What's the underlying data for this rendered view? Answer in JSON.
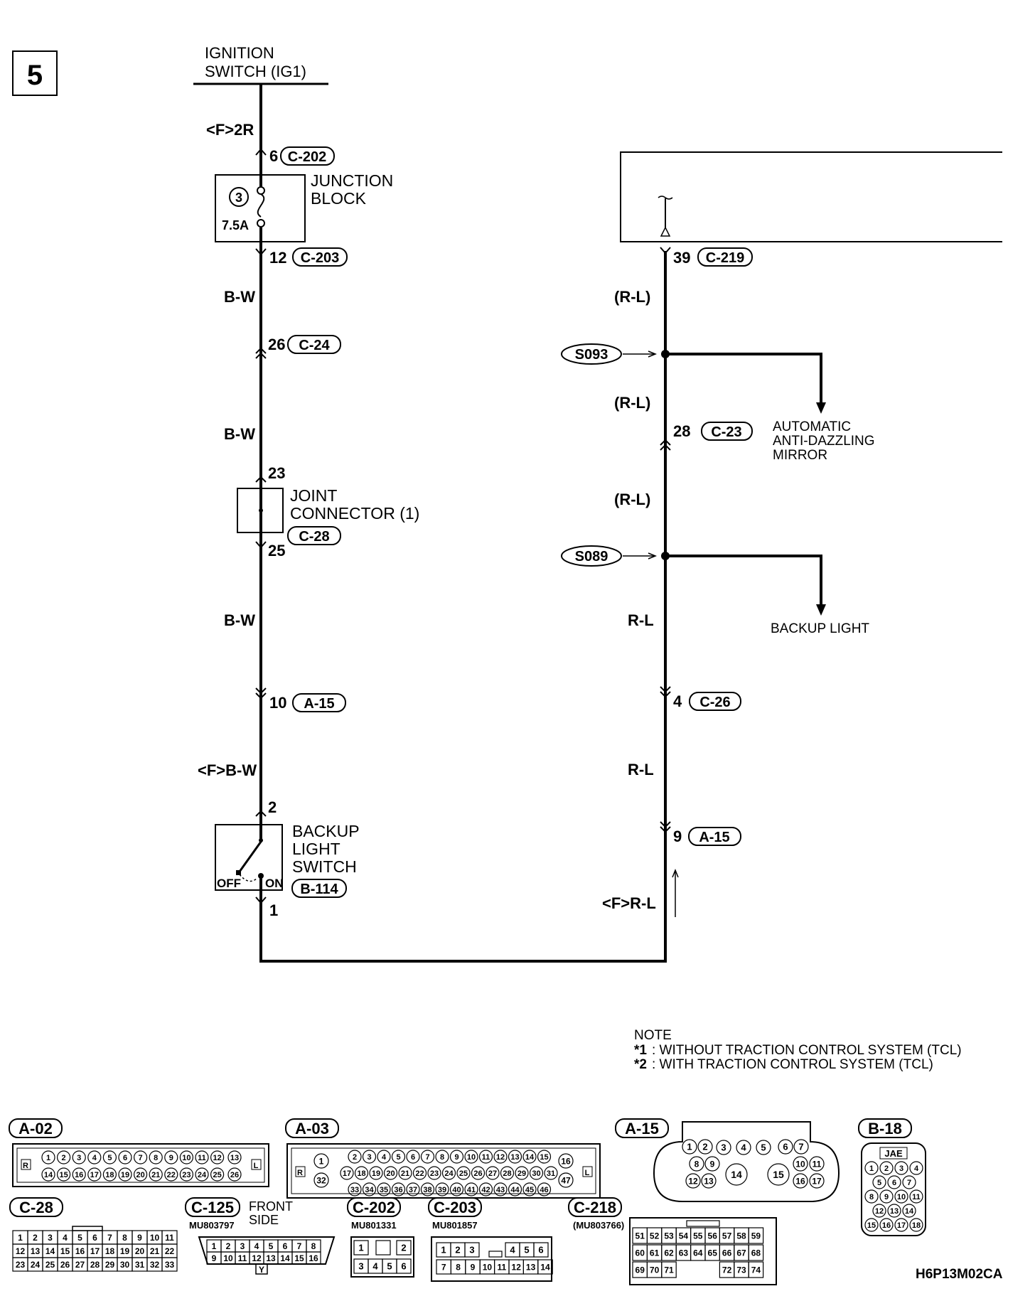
{
  "page_number": "5",
  "ignition": {
    "line1": "IGNITION",
    "line2": "SWITCH (IG1)"
  },
  "left_circuit": {
    "fuse_source_label": "<F>2R",
    "jb_in": {
      "pin": "6",
      "conn": "C-202"
    },
    "junction_block": {
      "line1": "JUNCTION",
      "line2": "BLOCK",
      "fuse_no": "3",
      "fuse_rating": "7.5A"
    },
    "jb_out": {
      "pin": "12",
      "conn": "C-203"
    },
    "wire1": "B-W",
    "c24": {
      "pin": "26",
      "conn": "C-24"
    },
    "wire2": "B-W",
    "jc_in_pin": "23",
    "joint_connector": {
      "line1": "JOINT",
      "line2": "CONNECTOR (1)",
      "conn": "C-28"
    },
    "jc_out_pin": "25",
    "wire3": "B-W",
    "a15": {
      "pin": "10",
      "conn": "A-15"
    },
    "wire4": "<F>B-W",
    "sw_in_pin": "2",
    "backup_switch": {
      "line1": "BACKUP",
      "line2": "LIGHT",
      "line3": "SWITCH",
      "off": "OFF",
      "on": "ON",
      "conn": "B-114"
    },
    "sw_out_pin": "1"
  },
  "right_circuit": {
    "c219": {
      "pin": "39",
      "conn": "C-219"
    },
    "wire1": "(R-L)",
    "splice1": "S093",
    "mirror": {
      "line1": "AUTOMATIC",
      "line2": "ANTI-DAZZLING",
      "line3": "MIRROR"
    },
    "wire2": "(R-L)",
    "c23": {
      "pin": "28",
      "conn": "C-23"
    },
    "wire3": "(R-L)",
    "splice2": "S089",
    "backup_light": "BACKUP LIGHT",
    "wire4": "R-L",
    "c26": {
      "pin": "4",
      "conn": "C-26"
    },
    "wire5": "R-L",
    "a15": {
      "pin": "9",
      "conn": "A-15"
    },
    "wire6": "<F>R-L"
  },
  "note": {
    "title": "NOTE",
    "line1_mark": "*1",
    "line1": ": WITHOUT TRACTION CONTROL SYSTEM (TCL)",
    "line2_mark": "*2",
    "line2": ": WITH TRACTION CONTROL SYSTEM (TCL)"
  },
  "connectors": {
    "a02": "A-02",
    "a03": "A-03",
    "a15": "A-15",
    "b18": "B-18",
    "b18_maker": "JAE",
    "c28": "C-28",
    "c125": "C-125",
    "c125_part": "MU803797",
    "c125_note1": "FRONT",
    "c125_note2": "SIDE",
    "c125_key": "Y",
    "c202": "C-202",
    "c202_part": "MU801331",
    "c203": "C-203",
    "c203_part": "MU801857",
    "c218": "C-218",
    "c218_part": "(MU803766)",
    "r_mark": "R",
    "l_mark": "L"
  },
  "diagram_code": "H6P13M02CA"
}
